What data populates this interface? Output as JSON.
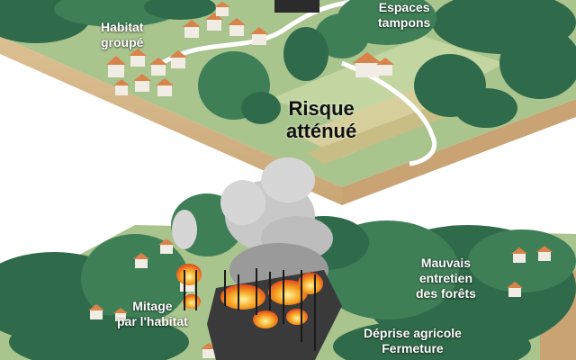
{
  "top_block": {
    "labels": {
      "grouped_housing": [
        "Habitat",
        "groupé"
      ],
      "buffer_zones": [
        "Espaces",
        "tampons"
      ],
      "risk_level": [
        "Risque",
        "atténué"
      ]
    }
  },
  "bottom_block": {
    "labels": {
      "poor_maintenance": [
        "Mauvais",
        "entretien",
        "des forêts"
      ],
      "scattered_housing": [
        "Mitage",
        "par l'habitat"
      ],
      "agricultural_decline": [
        "Déprise agricole",
        "Fermeture"
      ]
    }
  },
  "colors": {
    "forest_dark": "#2f6b4a",
    "forest_mid": "#3f7f57",
    "grass": "#a9c48d",
    "soil_side": "#d9b98b",
    "roof": "#d9824a",
    "fire": "#f5a623",
    "smoke": "#c8c8c8"
  }
}
